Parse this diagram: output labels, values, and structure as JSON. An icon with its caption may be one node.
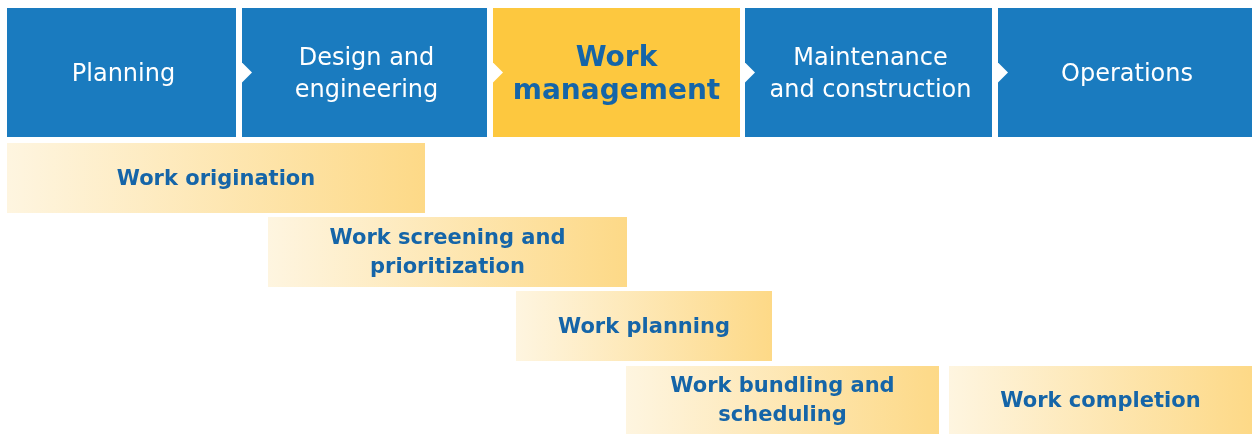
{
  "diagram": {
    "nodes": [
      {
        "text": [
          "Planning"
        ]
      },
      {
        "text": [
          "Design and engineering"
        ]
      },
      {
        "text": [
          "Work management"
        ]
      },
      {
        "text": [
          "Maintenance and construction"
        ]
      },
      {
        "text": [
          "Operations"
        ]
      },
      {
        "text": [
          "Work origination"
        ]
      },
      {
        "text": [
          "Work screening and prioritization"
        ]
      },
      {
        "text": [
          "Work planning"
        ]
      },
      {
        "text": [
          "Work bundling and scheduling"
        ]
      },
      {
        "text": [
          "Work completion"
        ]
      }
    ],
    "edges": [
      {
        "from": 0,
        "to": 1,
        "arrow": "to"
      },
      {
        "from": 1,
        "to": 2,
        "arrow": "to"
      },
      {
        "from": 2,
        "to": 3,
        "arrow": "to"
      },
      {
        "from": 3,
        "to": 4,
        "arrow": "to"
      }
    ]
  }
}
